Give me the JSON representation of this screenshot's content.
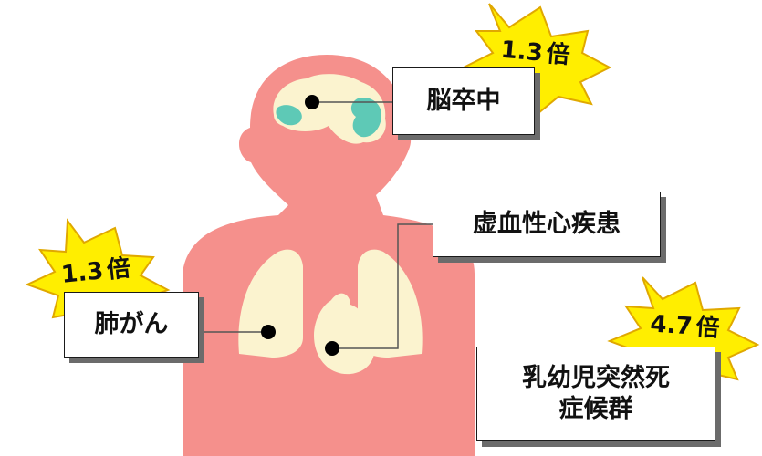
{
  "labels": {
    "stroke": "脳卒中",
    "heart_disease": "虚血性心疾患",
    "lung_cancer": "肺がん",
    "sids_line1": "乳幼児突然死",
    "sids_line2": "症候群"
  },
  "multipliers": {
    "stroke": {
      "num": "1.3",
      "suffix": "倍"
    },
    "lung_cancer": {
      "num": "1.3",
      "suffix": "倍"
    },
    "sids": {
      "num": "4.7",
      "suffix": "倍"
    }
  },
  "colors": {
    "body": "#f5908c",
    "lungs": "#fbf3cf",
    "brain_accent": "#5ec9b6",
    "star": "#ffee00",
    "star_outline": "#e0a800",
    "box_shadow": "#6b6b6b",
    "text": "#111111"
  }
}
